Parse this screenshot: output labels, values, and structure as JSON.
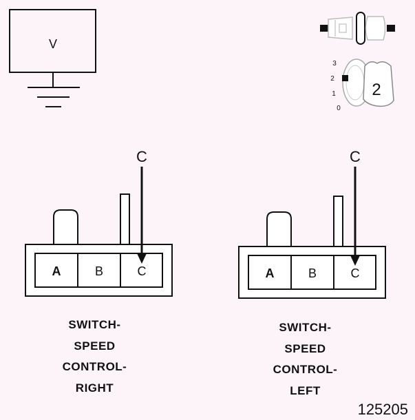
{
  "meter": {
    "label": "V"
  },
  "ignition": {
    "positions": [
      "3",
      "2",
      "1",
      "0"
    ],
    "key_label": "2"
  },
  "connectors": [
    {
      "id": "right",
      "pins": [
        "A",
        "B",
        "C"
      ],
      "probe_label": "C",
      "caption": [
        "SWITCH-",
        "SPEED",
        "CONTROL-",
        "RIGHT"
      ]
    },
    {
      "id": "left",
      "pins": [
        "A",
        "B",
        "C"
      ],
      "probe_label": "C",
      "caption": [
        "SWITCH-",
        "SPEED",
        "CONTROL-",
        "LEFT"
      ]
    }
  ],
  "figure_number": "125205",
  "colors": {
    "background": "#fdf4fa",
    "line": "#111111"
  }
}
